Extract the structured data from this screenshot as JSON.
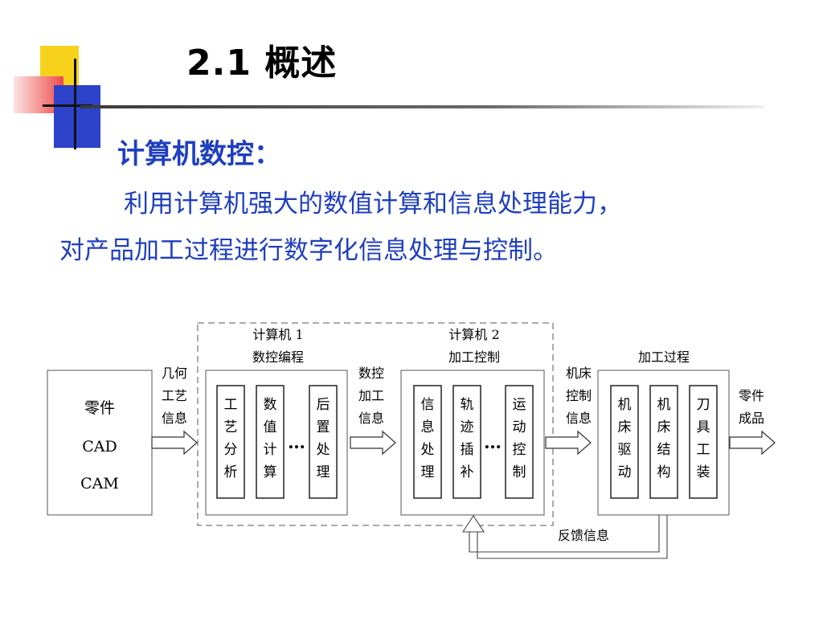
{
  "slide": {
    "title": "2.1  概述",
    "heading": "计算机数控：",
    "paragraph_line1": "利用计算机强大的数值计算和信息处理能力，",
    "paragraph_line2": "对产品加工过程进行数字化信息处理与控制。"
  },
  "diagram": {
    "part_box": [
      "零件",
      "CAD",
      "CAM"
    ],
    "arrow1_label": [
      "几何",
      "工艺",
      "信息"
    ],
    "computer1_label": [
      "计算机 1",
      "数控编程"
    ],
    "computer1_modules": [
      [
        "工",
        "艺",
        "分",
        "析"
      ],
      [
        "数",
        "值",
        "计",
        "算"
      ],
      [
        "后",
        "置",
        "处",
        "理"
      ]
    ],
    "arrow2_label": [
      "数控",
      "加工",
      "信息"
    ],
    "computer2_label": [
      "计算机 2",
      "加工控制"
    ],
    "computer2_modules": [
      [
        "信",
        "息",
        "处",
        "理"
      ],
      [
        "轨",
        "迹",
        "插",
        "补"
      ],
      [
        "运",
        "动",
        "控",
        "制"
      ]
    ],
    "arrow3_label": [
      "机床",
      "控制",
      "信息"
    ],
    "process_label": "加工过程",
    "process_modules": [
      [
        "机",
        "床",
        "驱",
        "动"
      ],
      [
        "机",
        "床",
        "结",
        "构"
      ],
      [
        "刀",
        "具",
        "工",
        "装"
      ]
    ],
    "output_label": [
      "零件",
      "成品"
    ],
    "feedback_label": "反馈信息",
    "ellipsis": "…"
  }
}
